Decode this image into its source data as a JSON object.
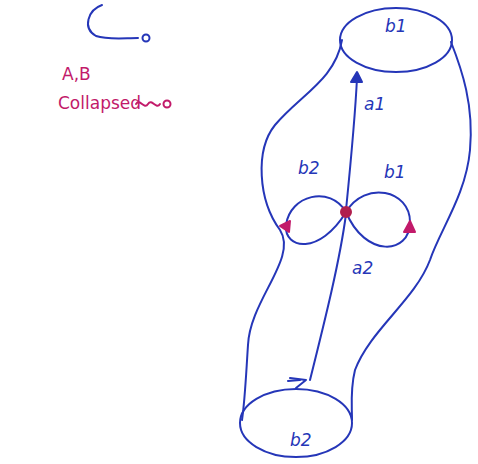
{
  "diagram": {
    "labels": [
      "b1",
      "a1",
      "b2",
      "b1",
      "a2",
      "b2",
      "A,B",
      "Collapsed"
    ]
  }
}
